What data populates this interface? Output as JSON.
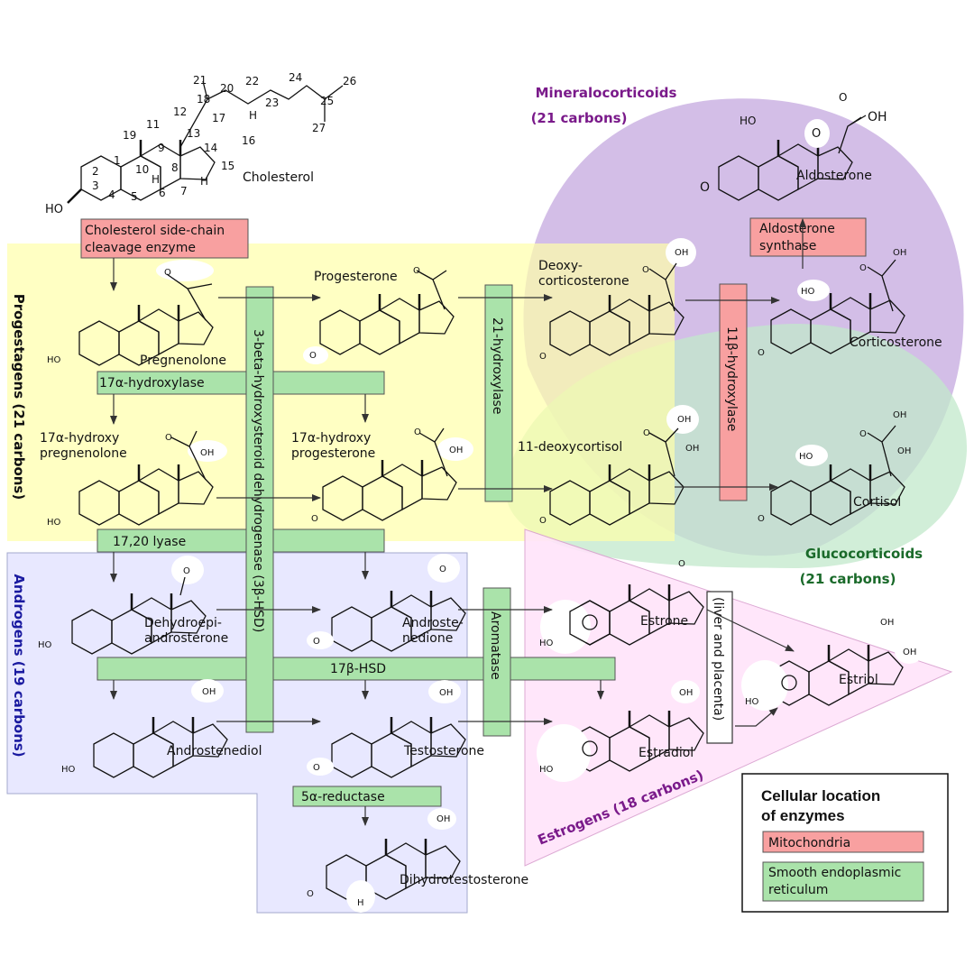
{
  "regions": {
    "progestagens": "Progestagens (21 carbons)",
    "androgens": "Androgens (19 carbons)",
    "estrogens": "Estrogens (18 carbons)",
    "mineralocorticoids_line1": "Mineralocorticoids",
    "mineralocorticoids_line2": "(21 carbons)",
    "glucocorticoids_line1": "Glucocorticoids",
    "glucocorticoids_line2": "(21 carbons)"
  },
  "colors": {
    "progestagens_bg": "#ffffaa",
    "androgens_bg": "#e6e6ff",
    "estrogens_bg": "#ffe4fa",
    "mineralo_bg": "#cbb3e3",
    "gluco_bg": "#c2e8cb",
    "mitochondria": "#f8a0a0",
    "er": "#aae3aa",
    "progestagens_text": "#111111",
    "androgens_text": "#1a1aa0",
    "estrogens_text": "#7a1a8a",
    "mineralo_text": "#7a1a8a",
    "gluco_text": "#1a6a2a"
  },
  "molecules": {
    "cholesterol": "Cholesterol",
    "pregnenolone": "Pregnenolone",
    "progesterone": "Progesterone",
    "deoxycorticosterone_1": "Deoxy-",
    "deoxycorticosterone_2": "corticosterone",
    "corticosterone": "Corticosterone",
    "aldosterone": "Aldosterone",
    "oh17_pregnenolone_1": "17α-hydroxy",
    "oh17_pregnenolone_2": "pregnenolone",
    "oh17_progesterone_1": "17α-hydroxy",
    "oh17_progesterone_2": "progesterone",
    "deoxycortisol": "11-deoxycortisol",
    "cortisol": "Cortisol",
    "dhea_1": "Dehydroepi-",
    "dhea_2": "androsterone",
    "androstenedione_1": "Androste-",
    "androstenedione_2": "nedione",
    "estrone": "Estrone",
    "estriol": "Estriol",
    "androstenediol": "Androstenediol",
    "testosterone": "Testosterone",
    "estradiol": "Estradiol",
    "dht": "Dihydrotestosterone"
  },
  "enzymes": {
    "scc_1": "Cholesterol side-chain",
    "scc_2": "cleavage enzyme",
    "aldo_synthase_1": "Aldosterone",
    "aldo_synthase_2": "synthase",
    "hydroxylase17a": "17α-hydroxylase",
    "lyase": "17,20 lyase",
    "hsd3b": "3-beta-hydroxysteroid dehydrogenase (3β-HSD)",
    "hydroxylase21": "21-hydroxylase",
    "hydroxylase11b": "11β-hydroxylase",
    "aromatase": "Aromatase",
    "hsd17b": "17β-HSD",
    "reductase5a": "5α-reductase",
    "liver_placenta": "(liver and placenta)"
  },
  "atoms": {
    "ho": "HO",
    "oh": "OH",
    "o": "O",
    "h": "H"
  },
  "cholesterol_numbers": [
    "1",
    "2",
    "3",
    "4",
    "5",
    "6",
    "7",
    "8",
    "9",
    "10",
    "11",
    "12",
    "13",
    "14",
    "15",
    "16",
    "17",
    "18",
    "19",
    "20",
    "21",
    "22",
    "23",
    "24",
    "25",
    "26",
    "27"
  ],
  "legend": {
    "title_1": "Cellular location",
    "title_2": "of enzymes",
    "mitochondria": "Mitochondria",
    "er_1": "Smooth endoplasmic",
    "er_2": "reticulum"
  }
}
